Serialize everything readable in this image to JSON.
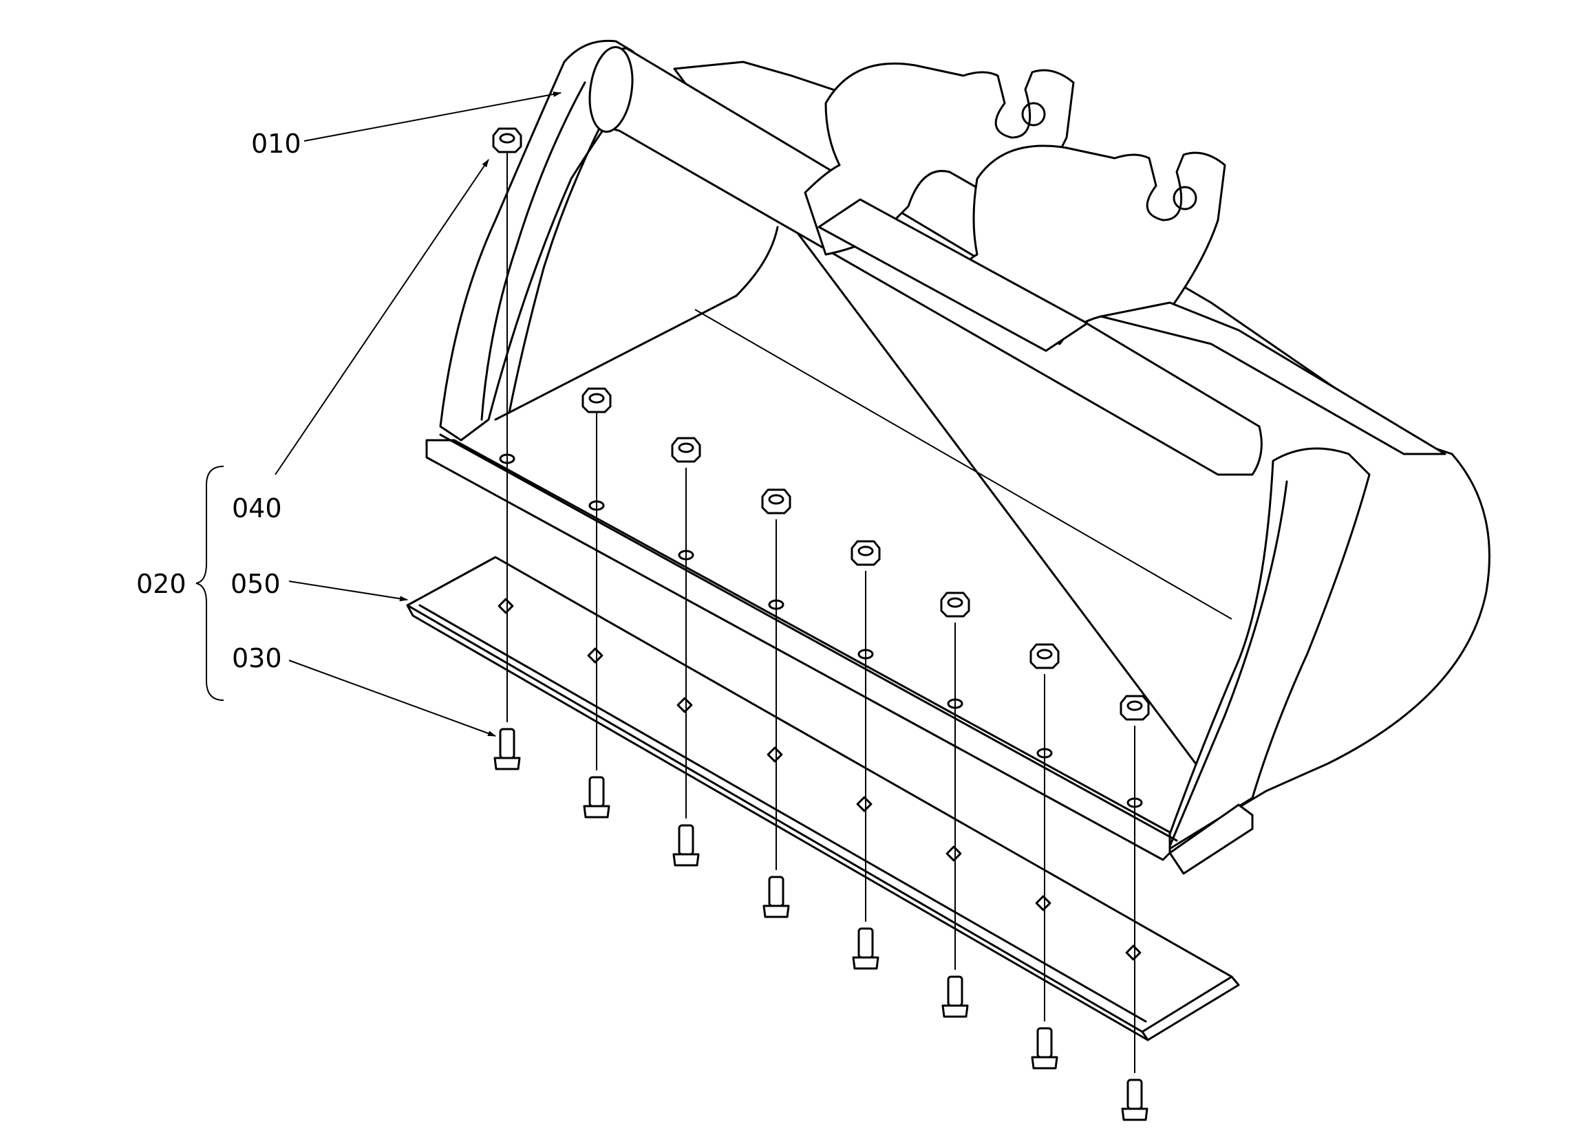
{
  "callouts": {
    "c010": "010",
    "c040": "040",
    "c020": "020",
    "c050": "050",
    "c030": "030"
  }
}
